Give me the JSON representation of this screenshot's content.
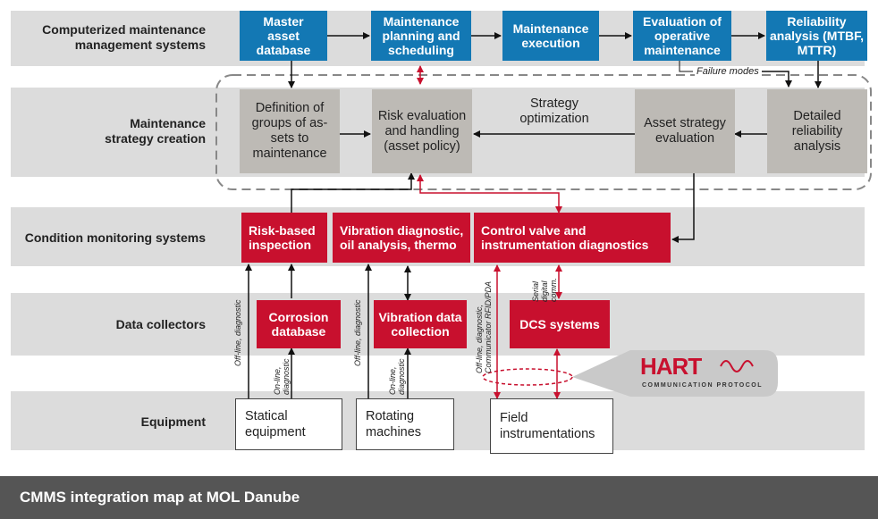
{
  "rows": {
    "cmms": "Computerized maintenance management systems",
    "strategy": "Maintenance strategy creation",
    "condition": "Condition monitoring systems",
    "collectors": "Data collectors",
    "equipment": "Equipment"
  },
  "cmms_boxes": {
    "master": "Master asset database",
    "planning": "Maintenance planning and scheduling",
    "execution": "Maintenance execution",
    "evaluation": "Evaluation of operative maintenance",
    "reliability": "Reliability analysis (MTBF, MTTR)"
  },
  "failure_modes": "Failure modes",
  "strategy_boxes": {
    "groups": "Definition of groups of as- sets to maintenance",
    "risk": "Risk evaluation and handling (asset policy)",
    "optimization": "Strategy optimization",
    "asset_eval": "Asset strategy evaluation",
    "detailed": "Detailed reliability analysis"
  },
  "condition_boxes": {
    "rbi": "Risk-based inspection",
    "vibration": "Vibration diagnostic, oil analysis, thermo",
    "control": "Control valve and instrumentation diagnostics"
  },
  "collector_boxes": {
    "corrosion": "Corrosion database",
    "vibration_collection": "Vibration data collection",
    "dcs": "DCS systems"
  },
  "equipment_boxes": {
    "statical": "Statical equipment",
    "rotating": "Rotating machines",
    "field": "Field instrumentations"
  },
  "edge_labels": {
    "offline1": "Off-line, diagnostic",
    "online1": "On-line, diagnostic",
    "offline2": "Off-line, diagnostic",
    "online2": "On-line, diagnostic",
    "offline3": "Off-line, diagnostic, Communicator RFID/PDA",
    "serial": "Serial digital comm."
  },
  "hart": {
    "brand": "HART",
    "sub": "COMMUNICATION PROTOCOL"
  },
  "footer": "CMMS integration map at MOL Danube",
  "colors": {
    "blue": "#1378b4",
    "red": "#c8102e",
    "gray": "#bdbab5",
    "band": "#dcdcdc"
  }
}
